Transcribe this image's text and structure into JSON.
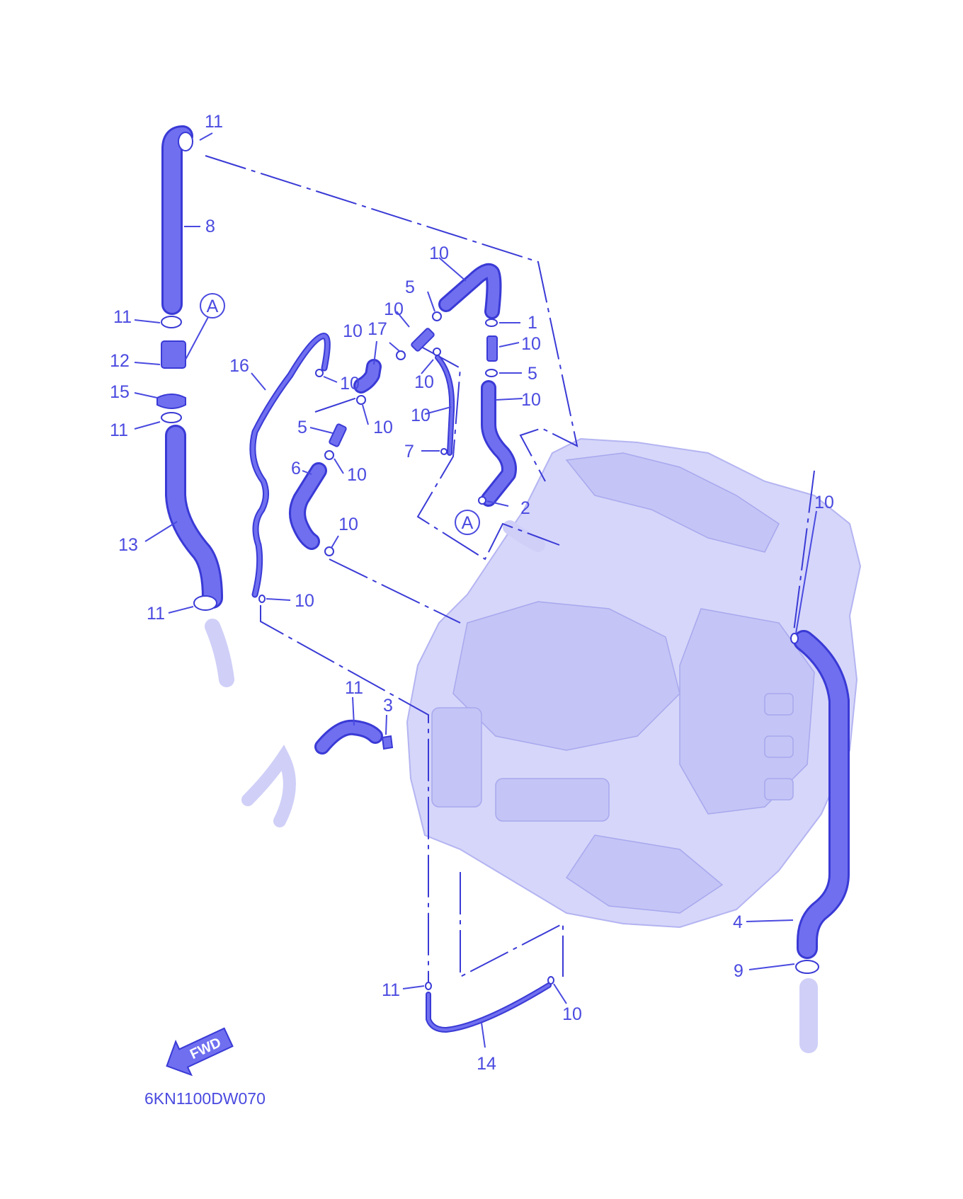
{
  "diagram": {
    "drawing_code": "6KN1100DW070",
    "direction_label": "FWD",
    "reference_mark": "A",
    "colors": {
      "ink": "#4a4ae0",
      "hose_fill": "#6f6ff0",
      "engine_fill": "#d6d6fa"
    },
    "callouts": [
      {
        "id": "c-11-a",
        "text": "11"
      },
      {
        "id": "c-8",
        "text": "8"
      },
      {
        "id": "c-11-b",
        "text": "11"
      },
      {
        "id": "c-12",
        "text": "12"
      },
      {
        "id": "c-15",
        "text": "15"
      },
      {
        "id": "c-11-c",
        "text": "11"
      },
      {
        "id": "c-13",
        "text": "13"
      },
      {
        "id": "c-11-d",
        "text": "11"
      },
      {
        "id": "c-16",
        "text": "16"
      },
      {
        "id": "c-10-a",
        "text": "10"
      },
      {
        "id": "c-5-a",
        "text": "5"
      },
      {
        "id": "c-10-b",
        "text": "10"
      },
      {
        "id": "c-6",
        "text": "6"
      },
      {
        "id": "c-10-c",
        "text": "10"
      },
      {
        "id": "c-10-d",
        "text": "10"
      },
      {
        "id": "c-10-e",
        "text": "10"
      },
      {
        "id": "c-17",
        "text": "17"
      },
      {
        "id": "c-10-f",
        "text": "10"
      },
      {
        "id": "c-10-g",
        "text": "10"
      },
      {
        "id": "c-5-b",
        "text": "5"
      },
      {
        "id": "c-10-h",
        "text": "10"
      },
      {
        "id": "c-7",
        "text": "7"
      },
      {
        "id": "c-10-i",
        "text": "10"
      },
      {
        "id": "c-1",
        "text": "1"
      },
      {
        "id": "c-10-j",
        "text": "10"
      },
      {
        "id": "c-5-c",
        "text": "5"
      },
      {
        "id": "c-10-k",
        "text": "10"
      },
      {
        "id": "c-2",
        "text": "2"
      },
      {
        "id": "c-10-l",
        "text": "10"
      },
      {
        "id": "c-11-e",
        "text": "11"
      },
      {
        "id": "c-3",
        "text": "3"
      },
      {
        "id": "c-4",
        "text": "4"
      },
      {
        "id": "c-9",
        "text": "9"
      },
      {
        "id": "c-11-f",
        "text": "11"
      },
      {
        "id": "c-10-m",
        "text": "10"
      },
      {
        "id": "c-10-n",
        "text": "10"
      },
      {
        "id": "c-14",
        "text": "14"
      }
    ]
  }
}
